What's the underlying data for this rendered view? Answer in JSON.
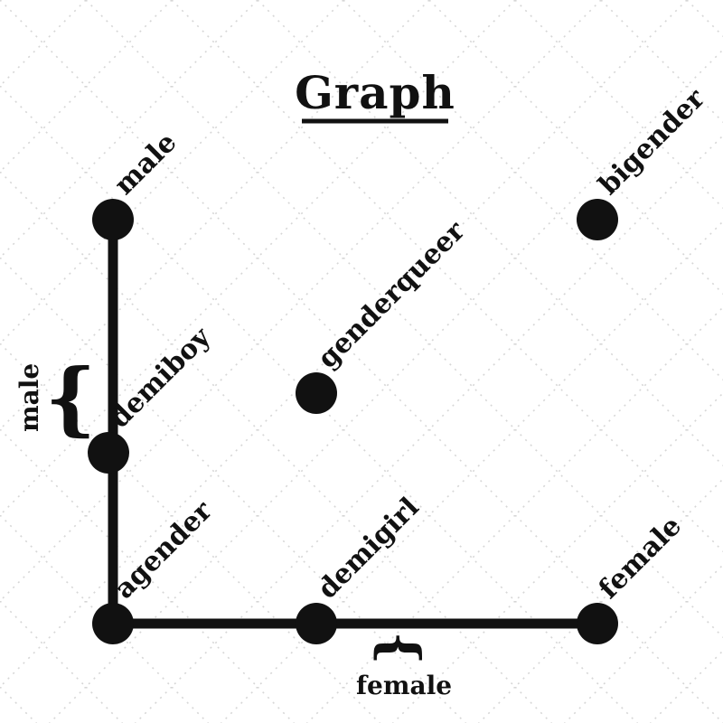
{
  "title": "Graph",
  "nodes": [
    {
      "id": "male",
      "label": "male"
    },
    {
      "id": "bigender",
      "label": "bigender"
    },
    {
      "id": "genderqueer",
      "label": "genderqueer"
    },
    {
      "id": "demiboy",
      "label": "demiboy"
    },
    {
      "id": "agender",
      "label": "agender"
    },
    {
      "id": "demigirl",
      "label": "demigirl"
    },
    {
      "id": "female",
      "label": "female"
    }
  ],
  "edges": [
    {
      "from": "male",
      "to": "agender"
    },
    {
      "from": "agender",
      "to": "female"
    }
  ],
  "braces": {
    "left": {
      "glyph": "{",
      "label": "male"
    },
    "bottom": {
      "glyph": "{",
      "label": "female"
    }
  },
  "colors": {
    "node": "#111111",
    "edge": "#111111",
    "text": "#111111",
    "lattice": "#d6d6d6",
    "background": "#ffffff"
  }
}
